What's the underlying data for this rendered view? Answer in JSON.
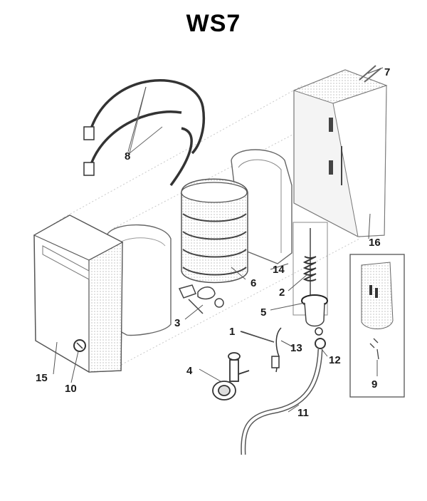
{
  "diagram": {
    "title": "WS7",
    "callouts": [
      {
        "id": "c1",
        "label": "1"
      },
      {
        "id": "c2",
        "label": "2"
      },
      {
        "id": "c3",
        "label": "3"
      },
      {
        "id": "c4",
        "label": "4"
      },
      {
        "id": "c5",
        "label": "5"
      },
      {
        "id": "c6",
        "label": "6"
      },
      {
        "id": "c7",
        "label": "7"
      },
      {
        "id": "c8",
        "label": "8"
      },
      {
        "id": "c9",
        "label": "9"
      },
      {
        "id": "c10",
        "label": "10"
      },
      {
        "id": "c11",
        "label": "11"
      },
      {
        "id": "c12",
        "label": "12"
      },
      {
        "id": "c13",
        "label": "13"
      },
      {
        "id": "c14",
        "label": "14"
      },
      {
        "id": "c15",
        "label": "15"
      },
      {
        "id": "c16",
        "label": "16"
      }
    ]
  }
}
